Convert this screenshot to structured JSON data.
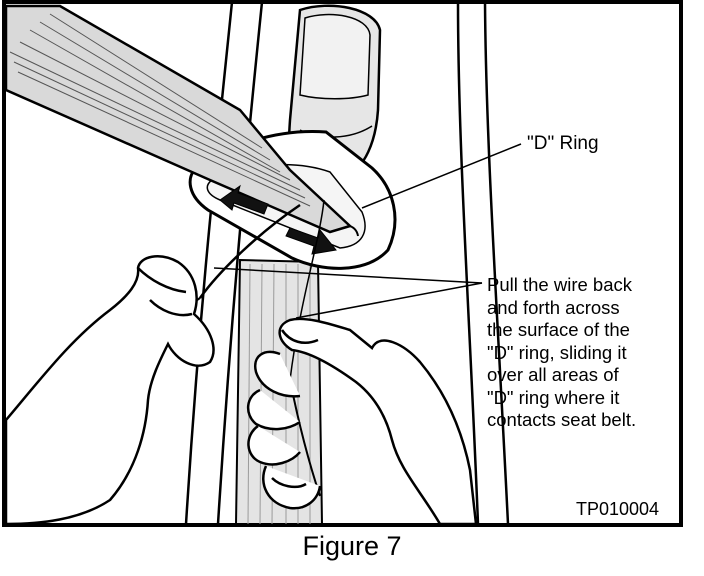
{
  "figure": {
    "caption": "Figure 7",
    "code": "TP010004",
    "callouts": {
      "d_ring": "\"D\" Ring",
      "instruction_lines": [
        "Pull the wire back",
        "and forth across",
        "the surface of the",
        "\"D\" ring, sliding it",
        "over all areas of",
        "\"D\" ring where it",
        "contacts seat belt."
      ]
    },
    "colors": {
      "ink": "#000000",
      "paper": "#ffffff",
      "shade": "#d9d9d9"
    },
    "arrows": [
      "left-arrow",
      "right-arrow"
    ]
  }
}
